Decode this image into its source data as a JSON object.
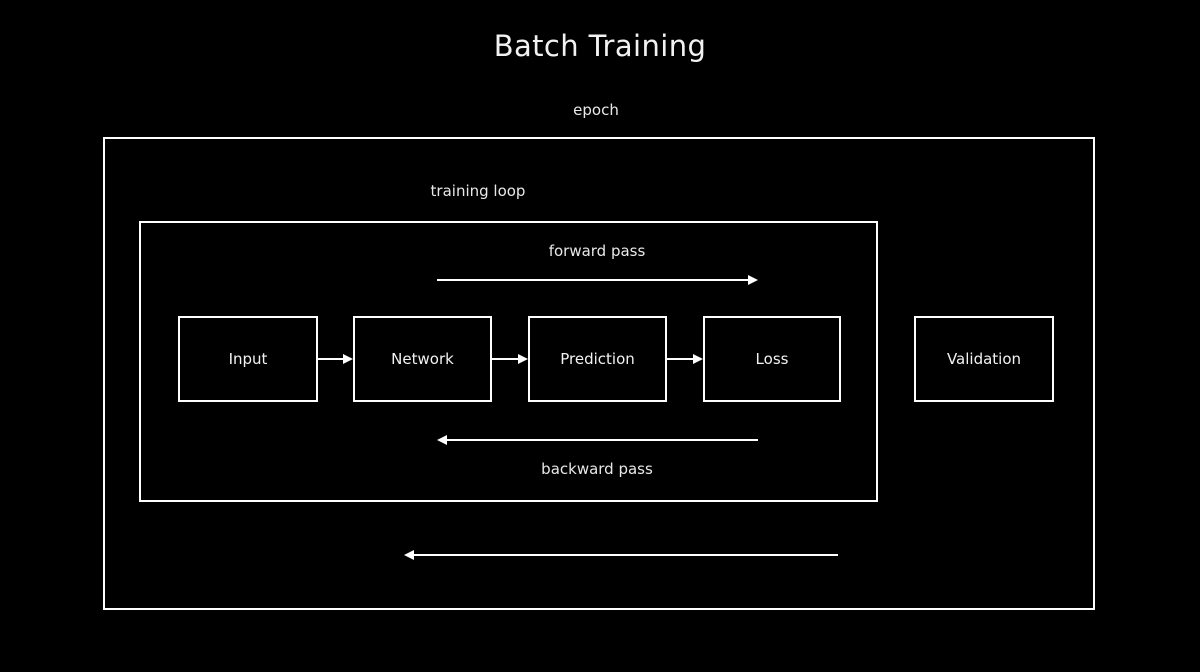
{
  "title": "Batch Training",
  "colors": {
    "background": "#000000",
    "stroke": "#ffffff",
    "text": "#f2f2f2"
  },
  "labels": {
    "epoch": "epoch",
    "training_loop": "training loop",
    "forward_pass": "forward pass",
    "backward_pass": "backward pass"
  },
  "nodes": [
    {
      "id": "input",
      "label": "Input"
    },
    {
      "id": "network",
      "label": "Network"
    },
    {
      "id": "prediction",
      "label": "Prediction"
    },
    {
      "id": "loss",
      "label": "Loss"
    },
    {
      "id": "validation",
      "label": "Validation"
    }
  ],
  "chart_data": {
    "type": "diagram",
    "title": "Batch Training",
    "containers": [
      {
        "id": "epoch",
        "label": "epoch",
        "contains": [
          "training loop",
          "epoch-loop-arrow",
          "Validation"
        ]
      },
      {
        "id": "training-loop",
        "label": "training loop",
        "contains": [
          "Input",
          "Network",
          "Prediction",
          "Loss",
          "forward pass",
          "backward pass"
        ]
      }
    ],
    "blocks": [
      "Input",
      "Network",
      "Prediction",
      "Loss",
      "Validation"
    ],
    "edges": [
      {
        "from": "Input",
        "to": "Network",
        "label": ""
      },
      {
        "from": "Network",
        "to": "Prediction",
        "label": ""
      },
      {
        "from": "Prediction",
        "to": "Loss",
        "label": ""
      },
      {
        "from": "Input",
        "to": "Loss",
        "label": "forward pass",
        "direction": "right"
      },
      {
        "from": "Loss",
        "to": "Input",
        "label": "backward pass",
        "direction": "left"
      },
      {
        "from": "training loop",
        "to": "epoch start",
        "label": "",
        "direction": "left"
      }
    ]
  }
}
